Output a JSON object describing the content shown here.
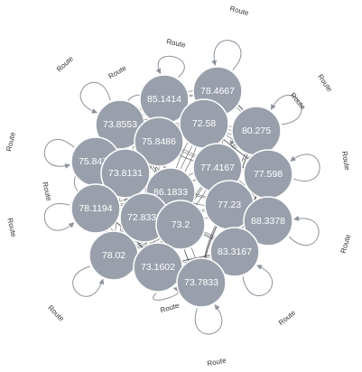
{
  "graph": {
    "edge_label": "Route",
    "colors": {
      "node": "#9aa0ab",
      "edge": "#2f3338",
      "loop": "#8c929c"
    },
    "nodes": [
      {
        "id": "n1",
        "label": "78.4667"
      },
      {
        "id": "n2",
        "label": "85.1414"
      },
      {
        "id": "n3",
        "label": "73.8553"
      },
      {
        "id": "n4",
        "label": "72.58"
      },
      {
        "id": "n5",
        "label": "80.275"
      },
      {
        "id": "n6",
        "label": "75.8486"
      },
      {
        "id": "n7",
        "label": "75.8477"
      },
      {
        "id": "n8",
        "label": "73.8131"
      },
      {
        "id": "n9",
        "label": "77.4167"
      },
      {
        "id": "n10",
        "label": "77.598"
      },
      {
        "id": "n11",
        "label": "86.1833"
      },
      {
        "id": "n12",
        "label": "78.1194"
      },
      {
        "id": "n13",
        "label": "72.8333"
      },
      {
        "id": "n14",
        "label": "77.23"
      },
      {
        "id": "n15",
        "label": "88.3378"
      },
      {
        "id": "n16",
        "label": "73.2"
      },
      {
        "id": "n17",
        "label": "78.02"
      },
      {
        "id": "n18",
        "label": "83.3167"
      },
      {
        "id": "n19",
        "label": "73.1602"
      },
      {
        "id": "n20",
        "label": "73.7833"
      }
    ]
  }
}
